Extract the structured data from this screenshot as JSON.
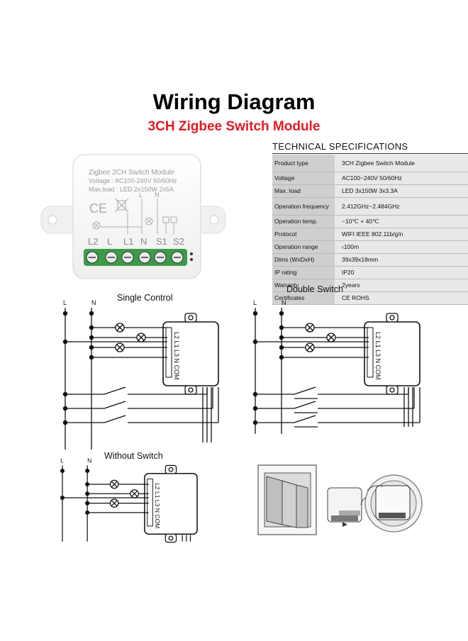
{
  "title": "Wiring Diagram",
  "subtitle": "3CH Zigbee Switch Module",
  "specs": {
    "heading": "TECHNICAL SPECIFICATIONS",
    "rows": [
      {
        "k": "Product type",
        "v": "3CH  Zigbee Switch Module"
      },
      {
        "k": "Voltage",
        "v": "AC100~240V 50/60Hz"
      },
      {
        "k": "Max. load",
        "v": "LED 3x150W  3x3.3A"
      },
      {
        "k": "Operation frequency",
        "v": "2.412GHz~2.484GHz"
      },
      {
        "k": "Operation temp.",
        "v": "−10℃ + 40℃"
      },
      {
        "k": "Protocol",
        "v": "WIFI  IEEE 802.11b/g/n"
      },
      {
        "k": "Operation range",
        "v": "‹100m"
      },
      {
        "k": "Dims (WxDxH)",
        "v": "39x39x18mm"
      },
      {
        "k": "IP rating",
        "v": "IP20"
      },
      {
        "k": "Warranty",
        "v": "2years"
      },
      {
        "k": "Certificates",
        "v": "CE ROHS"
      }
    ]
  },
  "module": {
    "line1": "Zigbee 2CH Switch Module",
    "line2": "Voltage : AC100-240V 50/60Hz",
    "line3": "Max.load : LED 2x150W  2x5A",
    "terminals": [
      "L2",
      "L",
      "L1",
      "N",
      "S1",
      "S2"
    ],
    "top_labels": [
      "L",
      "N"
    ]
  },
  "diagrams": {
    "single": "Single Control",
    "double": "Double Switch",
    "without": "Without Switch",
    "L": "L",
    "N": "N",
    "pins": [
      "L2",
      "L1",
      "L3",
      "N",
      "COM"
    ]
  },
  "colors": {
    "accent": "#e31b23",
    "terminal": "#3a9b48"
  }
}
